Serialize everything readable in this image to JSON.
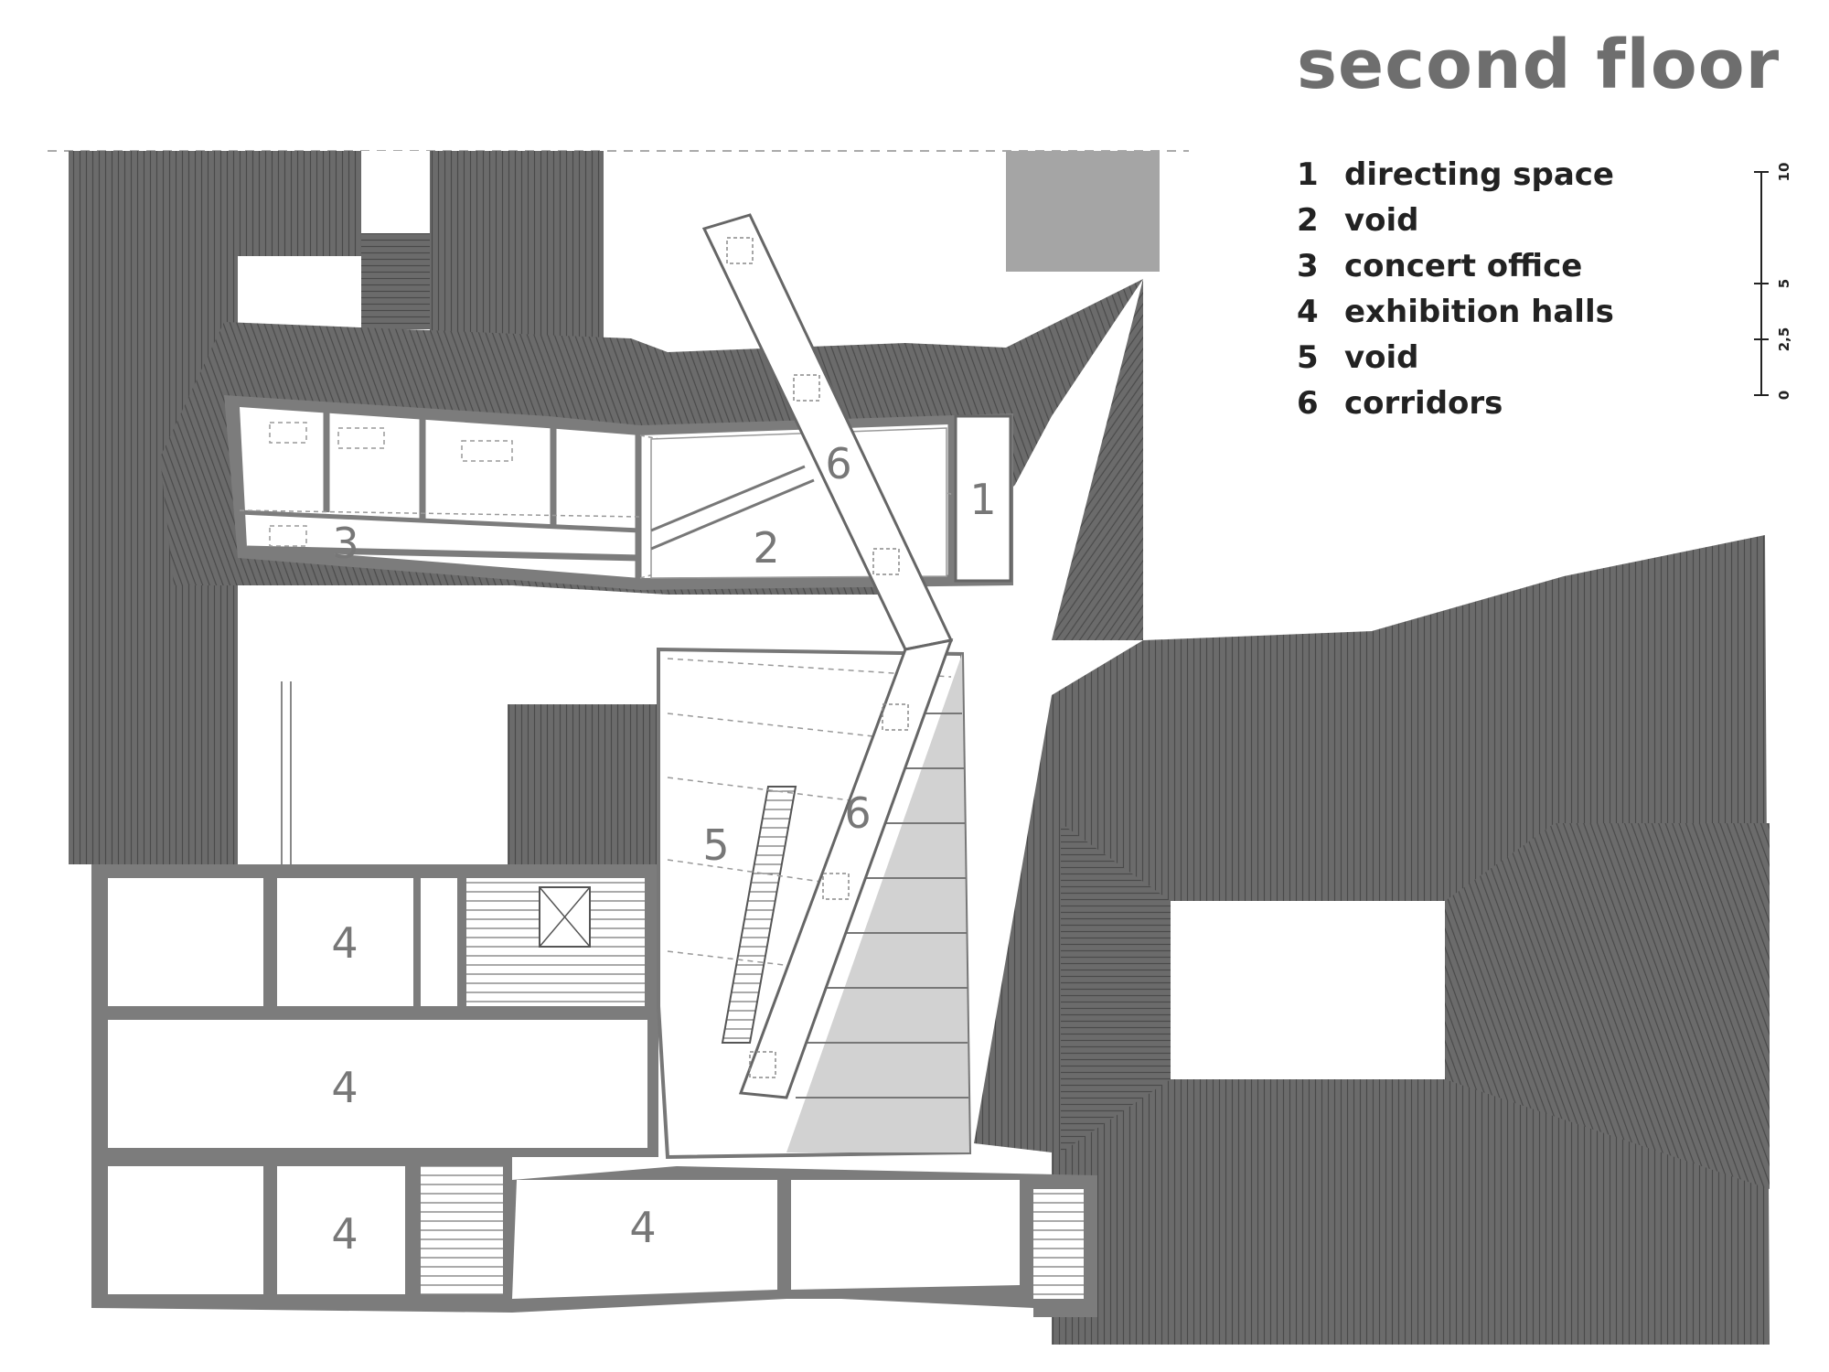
{
  "title": "second floor",
  "legend": [
    {
      "num": "1",
      "label": "directing space"
    },
    {
      "num": "2",
      "label": "void"
    },
    {
      "num": "3",
      "label": "concert office"
    },
    {
      "num": "4",
      "label": "exhibition halls"
    },
    {
      "num": "5",
      "label": "void"
    },
    {
      "num": "6",
      "label": "corridors"
    }
  ],
  "scale": {
    "ticks": [
      "10",
      "5",
      "2,5",
      "0"
    ]
  },
  "room_labels": {
    "directing_space": "1",
    "void_a": "2",
    "concert_office": "3",
    "hall_a": "4",
    "hall_b": "4",
    "hall_c": "4",
    "hall_d": "4",
    "void_b": "5",
    "corridor_a": "6",
    "corridor_b": "6"
  },
  "colors": {
    "roof": "#6b6b6b",
    "roof_line": "#4a4a4a",
    "wall": "#7c7c7c",
    "floor": "#ffffff",
    "glass_roof": "#d2d2d2",
    "plain_block": "#a5a5a5",
    "text": "#777777",
    "title": "#6e6e6e"
  }
}
